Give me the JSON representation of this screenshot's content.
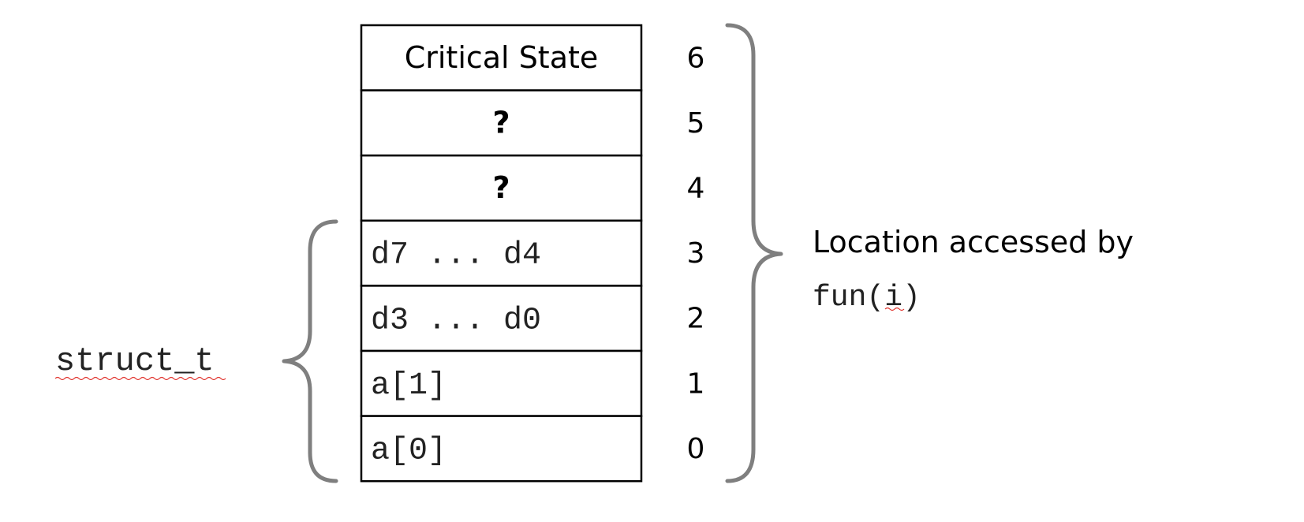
{
  "cells": [
    {
      "index": "6",
      "label": "Critical State",
      "style": "sans"
    },
    {
      "index": "5",
      "label": "?",
      "style": "bold"
    },
    {
      "index": "4",
      "label": "?",
      "style": "bold"
    },
    {
      "index": "3",
      "label": "d7 ... d4",
      "style": "mono"
    },
    {
      "index": "2",
      "label": "d3 ... d0",
      "style": "mono"
    },
    {
      "index": "1",
      "label": "a[1]",
      "style": "mono"
    },
    {
      "index": "0",
      "label": "a[0]",
      "style": "mono"
    }
  ],
  "struct_label": "struct_t",
  "location_caption": {
    "line1": "Location accessed by",
    "func": "fun(",
    "arg": "i",
    "close": ")"
  },
  "colors": {
    "brace": "#7f7f7f",
    "border": "#000000",
    "spellcheck": "#e0302a"
  }
}
